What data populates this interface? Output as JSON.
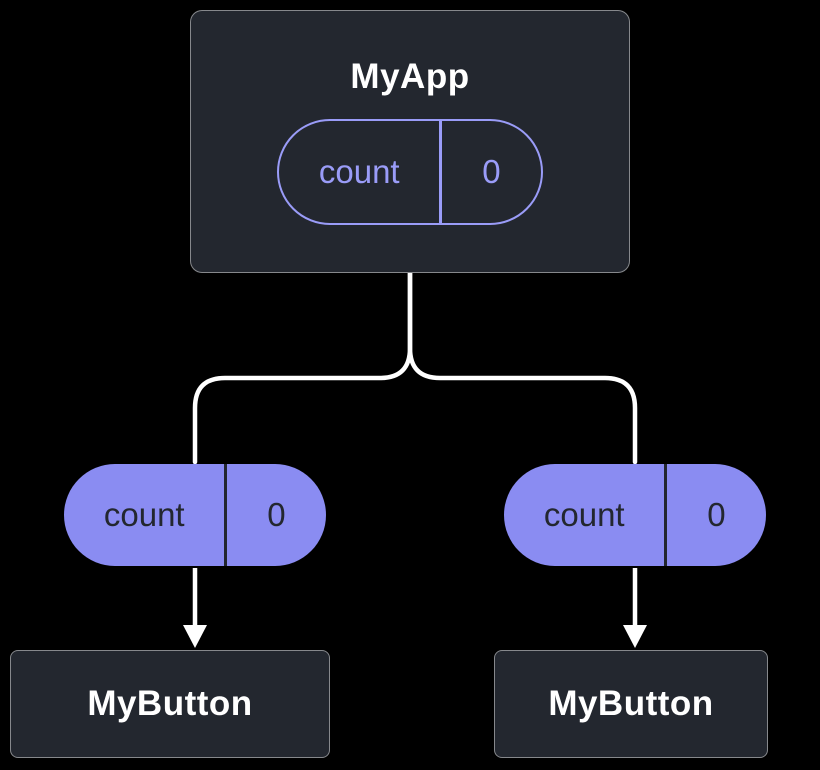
{
  "diagram": {
    "background": "#000000",
    "colors": {
      "box_bg": "#23272f",
      "box_border": "#ffffff",
      "accent_purple": "#8a8cf2",
      "outline_pill_purple": "#9a9cf8",
      "pill_text_dark": "#23272f",
      "connector": "#ffffff"
    },
    "root": {
      "title": "MyApp",
      "state": {
        "name": "count",
        "value": "0"
      }
    },
    "left_branch": {
      "prop": {
        "name": "count",
        "value": "0"
      },
      "child_title": "MyButton"
    },
    "right_branch": {
      "prop": {
        "name": "count",
        "value": "0"
      },
      "child_title": "MyButton"
    }
  }
}
